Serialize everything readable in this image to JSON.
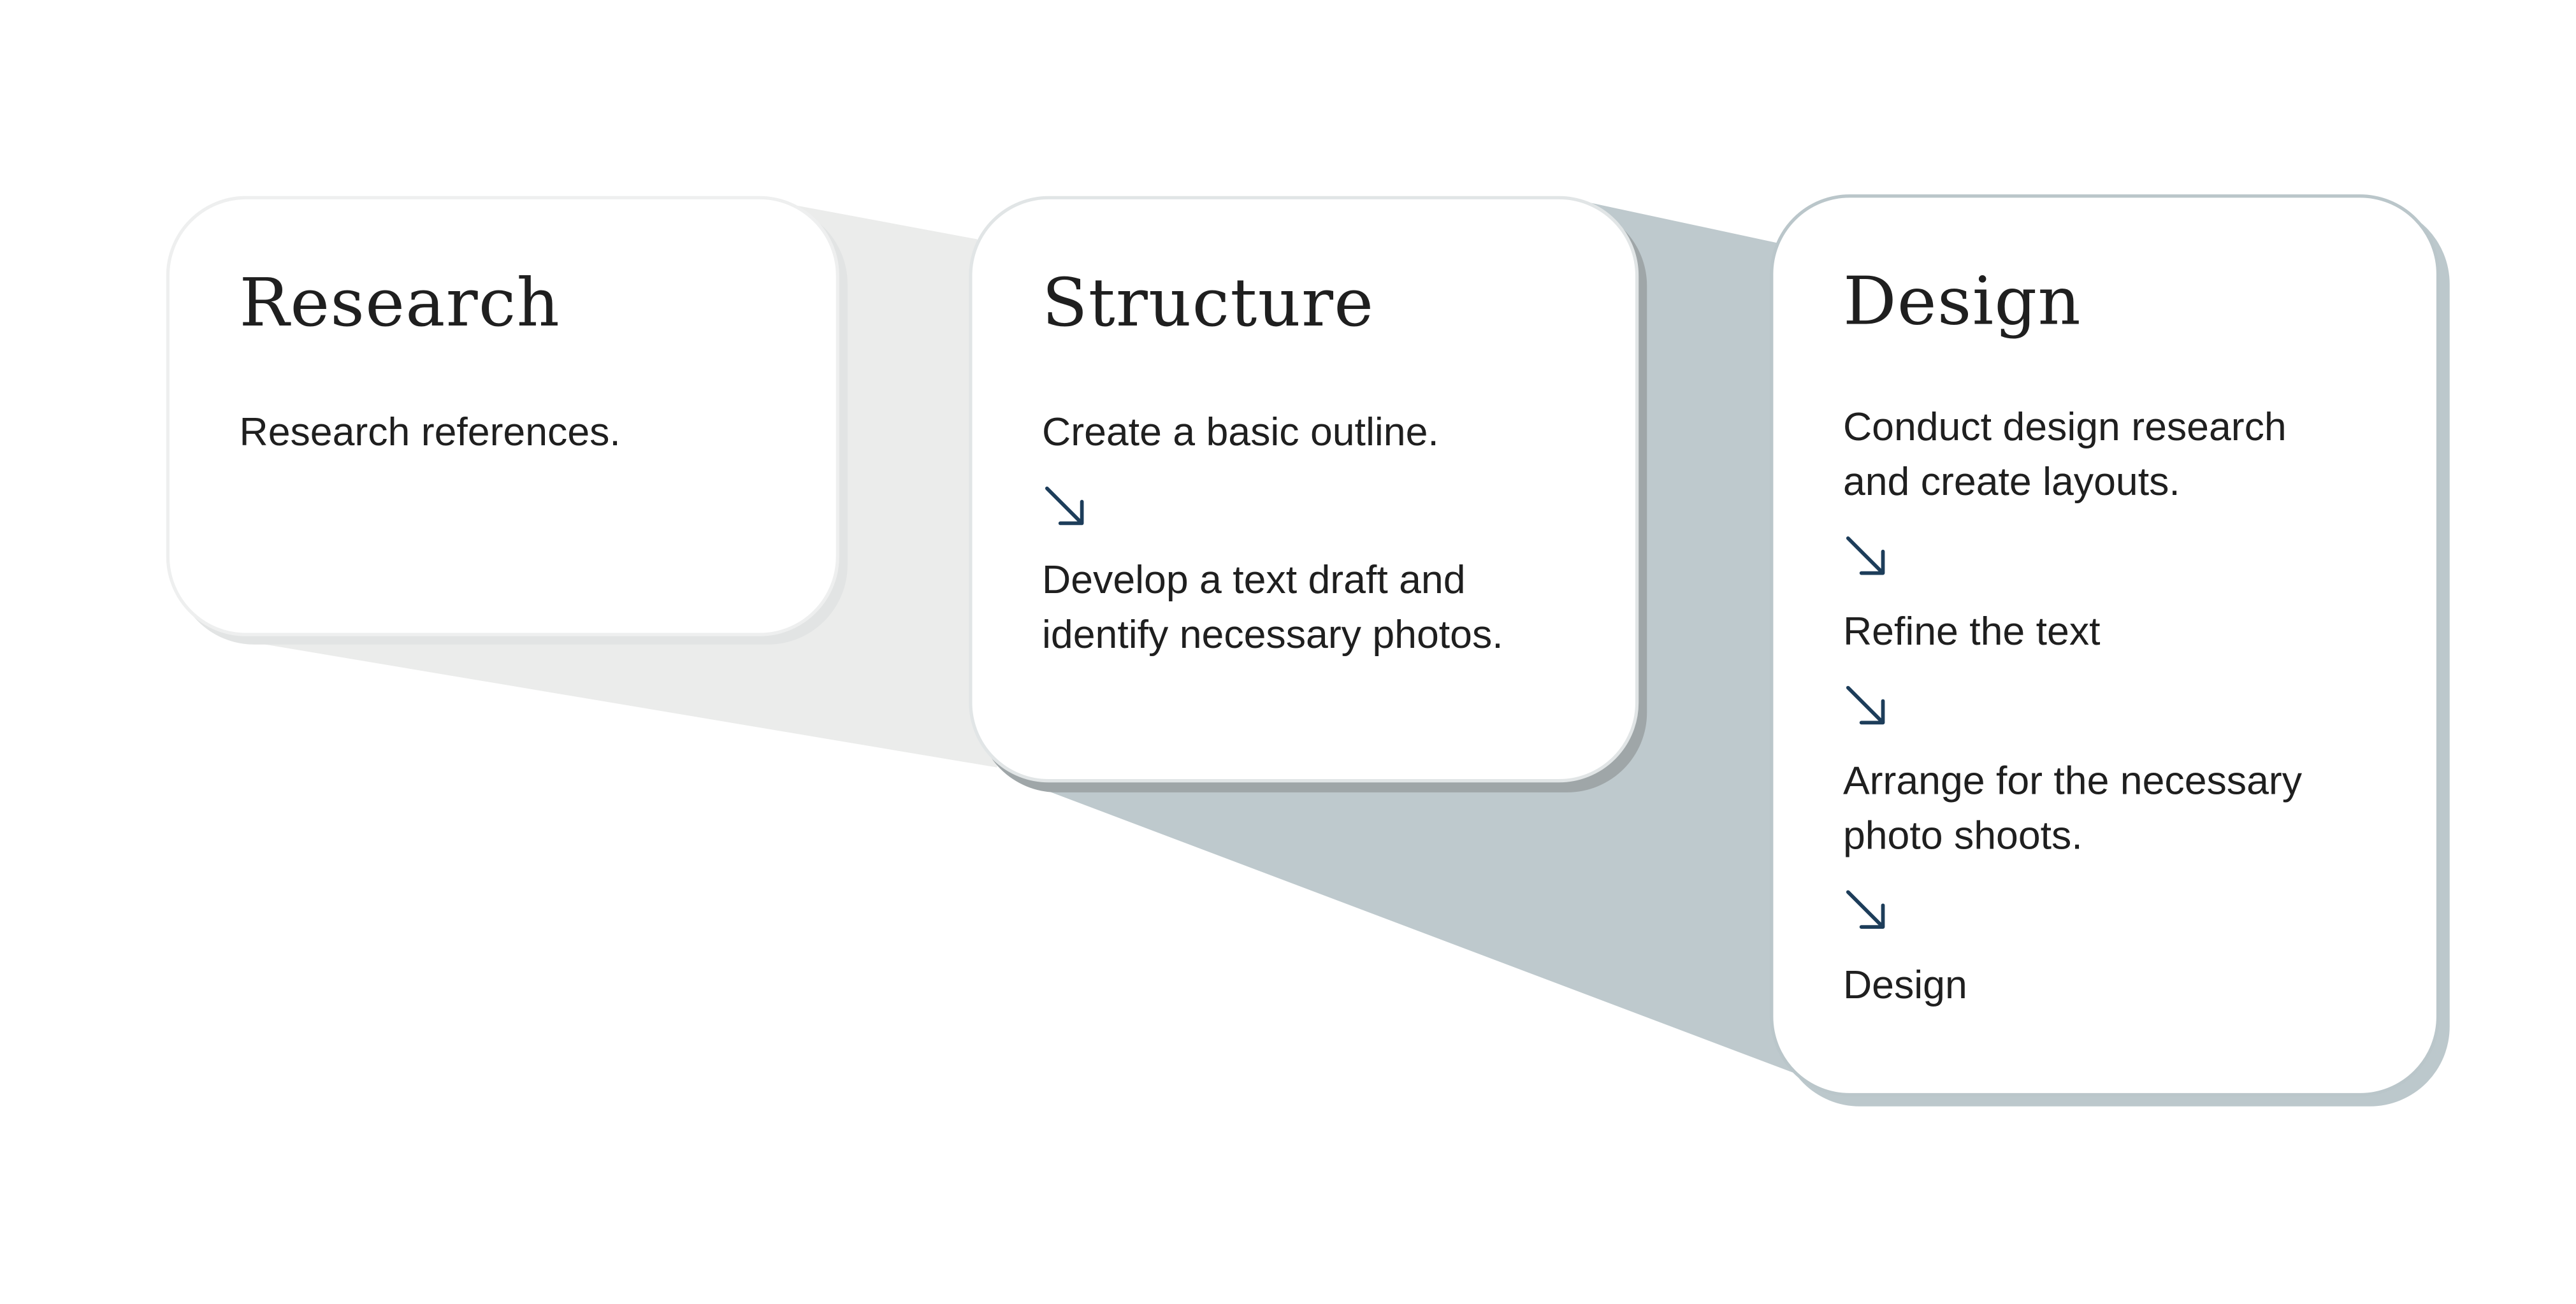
{
  "diagram": {
    "stages": [
      {
        "title": "Research",
        "steps": [
          "Research references."
        ]
      },
      {
        "title": "Structure",
        "steps": [
          "Create a basic outline.",
          "Develop a text draft and\nidentify necessary photos."
        ]
      },
      {
        "title": "Design",
        "steps": [
          "Conduct design research\nand create layouts.",
          "Refine the text",
          "Arrange for the necessary\nphoto shoots.",
          "Design"
        ]
      }
    ],
    "colors": {
      "connector_light": "#ebeceb",
      "connector_dark": "#bec9cd",
      "arrow": "#1d3d5a",
      "text": "#1f1f1f"
    },
    "icons": {
      "step_arrow": "arrow-down-right-icon"
    }
  }
}
